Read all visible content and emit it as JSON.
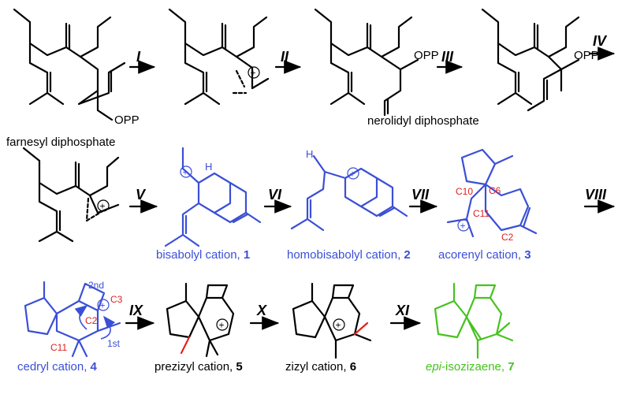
{
  "steps": [
    "I",
    "II",
    "III",
    "IV",
    "V",
    "VI",
    "VII",
    "VIII",
    "IX",
    "X",
    "XI"
  ],
  "leaving_group": "OPP",
  "compounds": {
    "farnesyl": "farnesyl diphosphate",
    "nerolidyl": "nerolidyl diphosphate",
    "bisabolyl": {
      "name": "bisabolyl cation, ",
      "number": "1"
    },
    "homobisabolyl": {
      "name": "homobisabolyl cation, ",
      "number": "2"
    },
    "acorenyl": {
      "name": "acorenyl cation, ",
      "number": "3"
    },
    "cedryl": {
      "name": "cedryl cation, ",
      "number": "4"
    },
    "prezizyl": {
      "name": "prezizyl cation, ",
      "number": "5"
    },
    "zizyl": {
      "name": "zizyl cation, ",
      "number": "6"
    },
    "epiisozizaene": {
      "prefix": "epi",
      "name": "-isozizaene, ",
      "number": "7"
    }
  },
  "atom_labels": {
    "c2": "C2",
    "c3": "C3",
    "c6": "C6",
    "c10": "C10",
    "c11": "C11"
  },
  "annotations": {
    "second": "2nd",
    "first": "1st",
    "plus": "+",
    "hydrogen": "H"
  },
  "colors": {
    "black": "#000000",
    "blue": "#3b4fd6",
    "red": "#e02020",
    "green": "#46c21e"
  }
}
